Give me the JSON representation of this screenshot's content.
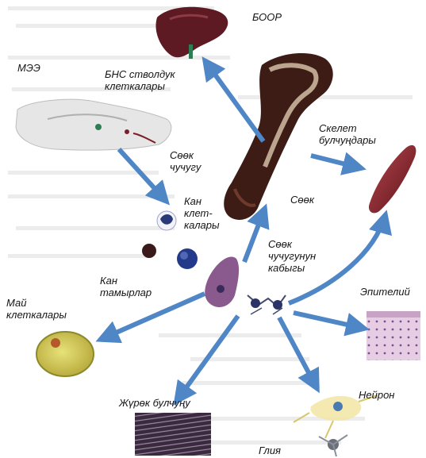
{
  "labels": {
    "liver": "БООР",
    "hsc": "БНС стволдук\nклеткалары",
    "brain": "МЭЭ",
    "bone_marrow": "Сөөк\nчучугу",
    "skeletal_muscle": "Скелет\nбулчуңдары",
    "bone": "Сөөк",
    "blood_cells": "Кан\nклет-\nкалары",
    "marrow_stroma": "Сөөк\nчучугунун\nкабыгы",
    "blood_vessels": "Кан\nтамырлар",
    "fat_cells": "Май\nклеткалары",
    "epithelium": "Эпителий",
    "neuron": "Нейрон",
    "heart_muscle": "Жүрөк булчуңу",
    "glia": "Глия"
  },
  "colors": {
    "arrow": "#4f86c6",
    "organ_red": "#7a1f2a",
    "bone_dark": "#3d1c16",
    "bone_light": "#e6d3b8"
  }
}
